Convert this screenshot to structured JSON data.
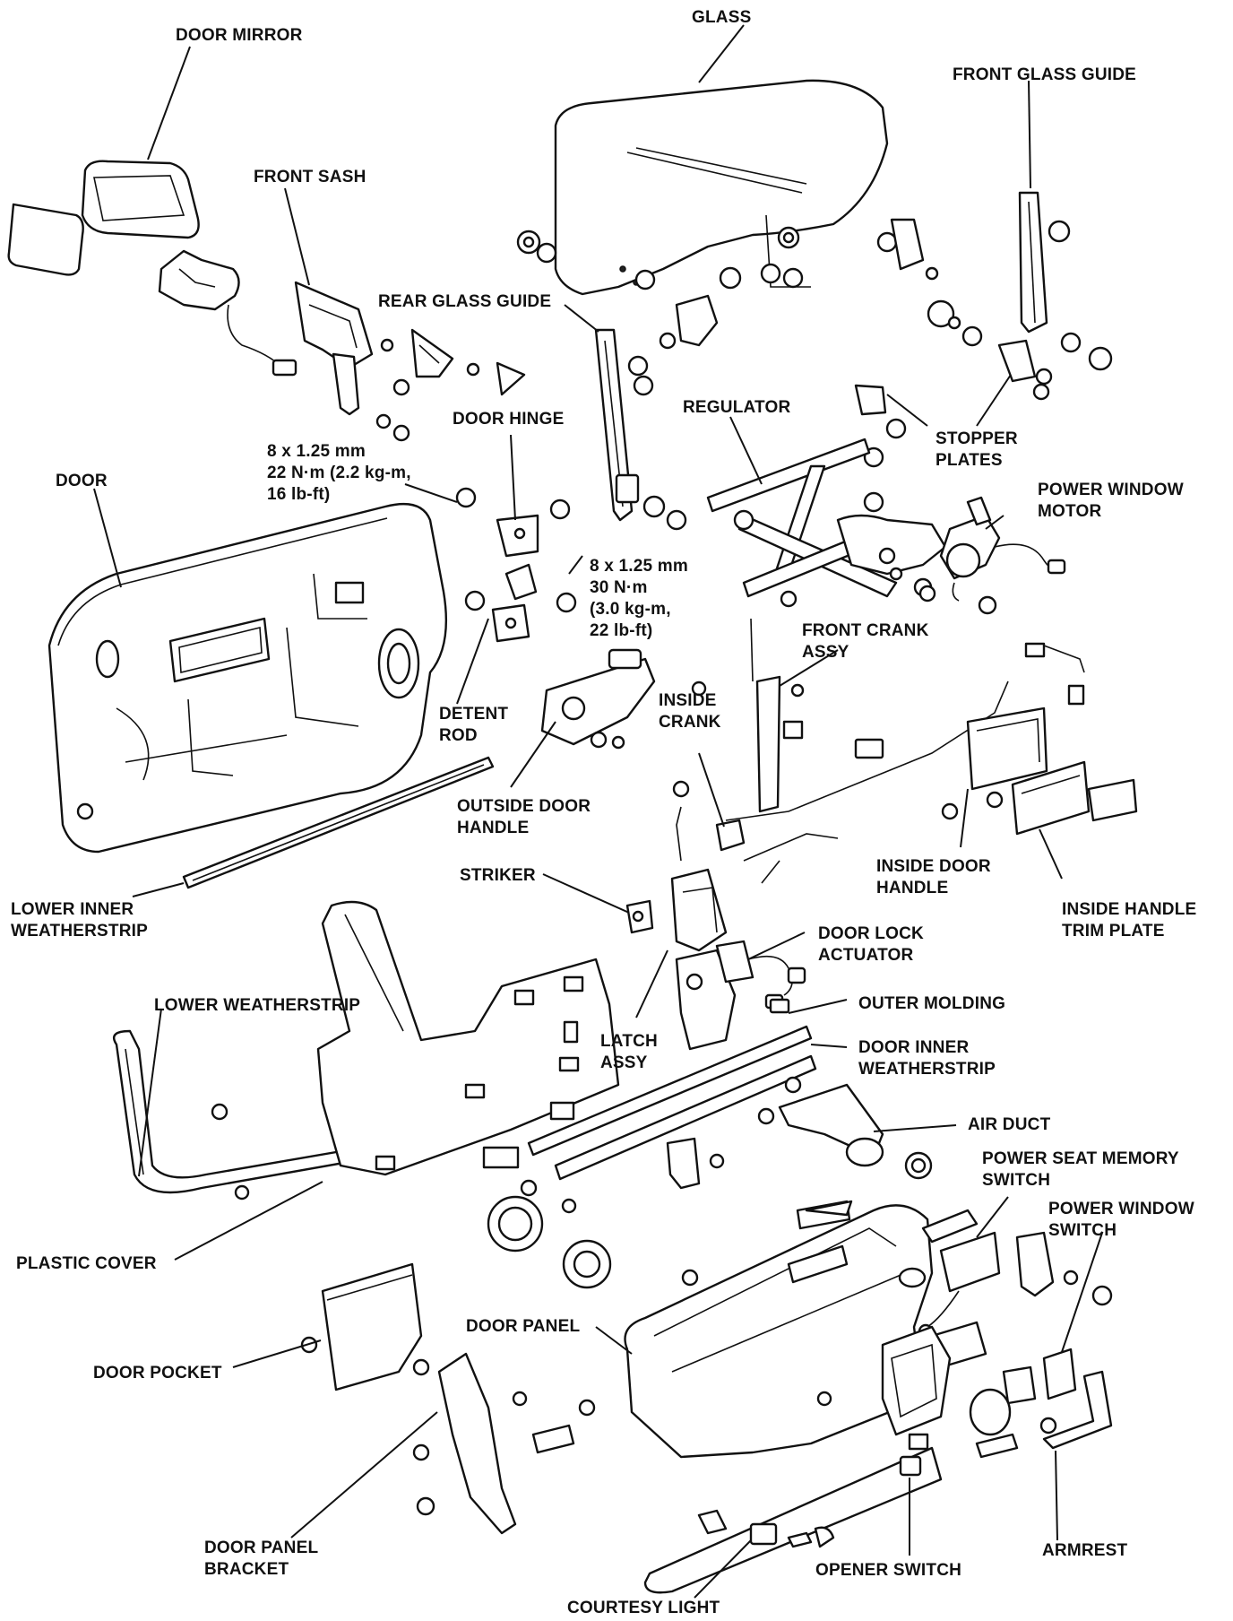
{
  "colors": {
    "ink": "#111111",
    "paper": "#ffffff",
    "shade": "#d8d8d8"
  },
  "labels": {
    "door_mirror": "DOOR MIRROR",
    "glass": "GLASS",
    "front_glass_guide": "FRONT GLASS GUIDE",
    "front_sash": "FRONT SASH",
    "rear_glass_guide": "REAR GLASS GUIDE",
    "regulator": "REGULATOR",
    "stopper_plates": [
      "STOPPER",
      "PLATES"
    ],
    "door_hinge": "DOOR HINGE",
    "torque_hinge_upper": [
      "8 x 1.25 mm",
      "22 N·m (2.2 kg-m,",
      "16 lb-ft)"
    ],
    "door": "DOOR",
    "power_window_motor": [
      "POWER WINDOW",
      "MOTOR"
    ],
    "torque_hinge_lower": [
      "8 x 1.25 mm",
      "30 N·m",
      "(3.0 kg-m,",
      "22 lb-ft)"
    ],
    "front_crank_assy": [
      "FRONT CRANK",
      "ASSY"
    ],
    "detent_rod": [
      "DETENT",
      "ROD"
    ],
    "inside_crank": [
      "INSIDE",
      "CRANK"
    ],
    "outside_door_handle": [
      "OUTSIDE DOOR",
      "HANDLE"
    ],
    "inside_door_handle": [
      "INSIDE DOOR",
      "HANDLE"
    ],
    "inside_handle_trim_plate": [
      "INSIDE HANDLE",
      "TRIM PLATE"
    ],
    "striker": "STRIKER",
    "lower_inner_weatherstrip": [
      "LOWER INNER",
      "WEATHERSTRIP"
    ],
    "door_lock_actuator": [
      "DOOR LOCK",
      "ACTUATOR"
    ],
    "lower_weatherstrip": "LOWER WEATHERSTRIP",
    "outer_molding": "OUTER MOLDING",
    "latch_assy": [
      "LATCH",
      "ASSY"
    ],
    "door_inner_weatherstrip": [
      "DOOR INNER",
      "WEATHERSTRIP"
    ],
    "air_duct": "AIR DUCT",
    "power_seat_memory_switch": [
      "POWER SEAT MEMORY",
      "SWITCH"
    ],
    "power_window_switch": [
      "POWER WINDOW",
      "SWITCH"
    ],
    "plastic_cover": "PLASTIC COVER",
    "door_panel": "DOOR PANEL",
    "door_pocket": "DOOR POCKET",
    "door_panel_bracket": [
      "DOOR PANEL",
      "BRACKET"
    ],
    "armrest": "ARMREST",
    "opener_switch": "OPENER SWITCH",
    "courtesy_light": "COURTESY LIGHT"
  }
}
